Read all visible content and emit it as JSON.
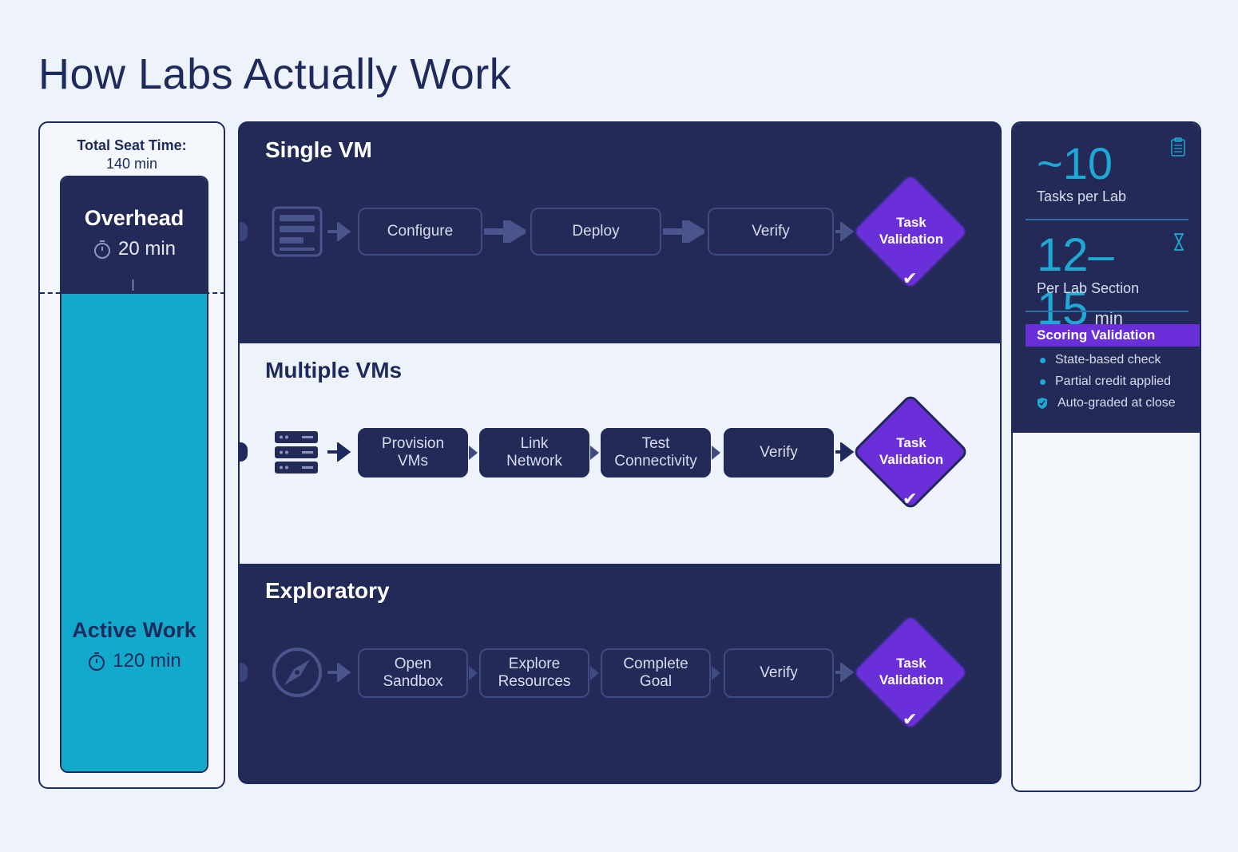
{
  "page": {
    "title": "How Labs Actually Work"
  },
  "seat_time": {
    "label": "Total Seat Time:",
    "total": "140 min",
    "overhead": {
      "title": "Overhead",
      "time": "20 min"
    },
    "active": {
      "title": "Active Work",
      "time": "120 min"
    },
    "overhead_fraction": 0.143
  },
  "workflows": [
    {
      "title": "Single VM",
      "icon": "server-rack-icon",
      "steps": [
        "Configure",
        "Deploy",
        "Verify"
      ],
      "validation": "Task Validation"
    },
    {
      "title": "Multiple VMs",
      "icon": "servers-stack-icon",
      "steps": [
        "Provision VMs",
        "Link Network",
        "Test Connectivity",
        "Verify"
      ],
      "validation": "Task Validation"
    },
    {
      "title": "Exploratory",
      "icon": "compass-icon",
      "steps": [
        "Open Sandbox",
        "Explore Resources",
        "Complete Goal",
        "Verify"
      ],
      "validation": "Task Validation"
    }
  ],
  "stats": {
    "tasks": {
      "value": "~10",
      "label": "Tasks per Lab",
      "icon": "clipboard-icon"
    },
    "section": {
      "value": "12–15",
      "unit": "min",
      "label": "Per Lab Section",
      "icon": "hourglass-icon"
    },
    "scoring": {
      "title": "Scoring Validation",
      "items": [
        "State-based check",
        "Partial credit applied",
        "Auto-graded at close"
      ]
    }
  },
  "colors": {
    "navy": "#232a58",
    "cyan": "#12aacc",
    "purple": "#6a2fd8",
    "light_bg": "#eef2fa"
  }
}
